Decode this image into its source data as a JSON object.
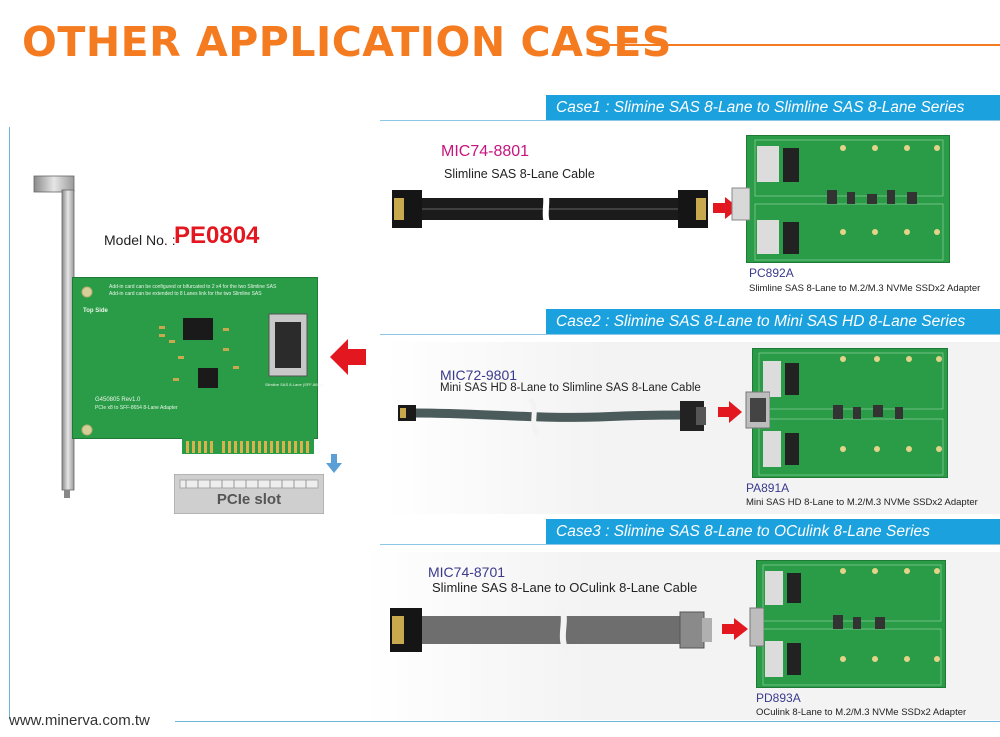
{
  "header": {
    "title": "OTHER APPLICATION CASES"
  },
  "main_card": {
    "model_label": "Model No. :",
    "model_code": "PE0804",
    "pcb_text_line1": "Add-in card can be configured or bifurcated to 2 x4 for the two Slimline SAS",
    "pcb_text_line2": "Add-in card can be extended to 8 Lanes link for the two Slimline SAS",
    "pcb_side_label": "Top Side",
    "pcb_rev": "G450805 Rev1.0",
    "pcb_desc": "PCIe x8 to SFF-8654 8-Lane Adapter",
    "connector_label": "Slimline SAS 8-Lane (SFF-8654)",
    "slot_label": "PCIe slot"
  },
  "cases": [
    {
      "header": "Case1 : Slimine SAS 8-Lane to Slimline SAS 8-Lane Series",
      "cable_code": "MIC74-8801",
      "cable_desc": "Slimline SAS 8-Lane Cable",
      "product_code": "PC892A",
      "product_desc": "Slimline SAS 8-Lane to M.2/M.3 NVMe SSDx2 Adapter"
    },
    {
      "header": "Case2 : Slimine SAS 8-Lane to Mini SAS HD 8-Lane Series",
      "cable_code": "MIC72-9801",
      "cable_desc": "Mini SAS HD 8-Lane to Slimline SAS 8-Lane Cable",
      "product_code": "PA891A",
      "product_desc": "Mini SAS HD 8-Lane to M.2/M.3 NVMe SSDx2 Adapter"
    },
    {
      "header": "Case3 : Slimine SAS 8-Lane to OCulink 8-Lane Series",
      "cable_code": "MIC74-8701",
      "cable_desc": "Slimline SAS 8-Lane to OCulink 8-Lane Cable",
      "product_code": "PD893A",
      "product_desc": "OCulink 8-Lane to M.2/M.3 NVMe SSDx2 Adapter"
    }
  ],
  "footer": {
    "website": "www.minerva.com.tw"
  },
  "colors": {
    "accent_orange": "#f57b20",
    "case_blue": "#1ba1dd",
    "model_red": "#e3171f",
    "pcb_green": "#2a9b46"
  },
  "icons": [
    "arrow-right-icon",
    "arrow-left-icon",
    "arrow-down-icon",
    "cable-break-icon"
  ]
}
